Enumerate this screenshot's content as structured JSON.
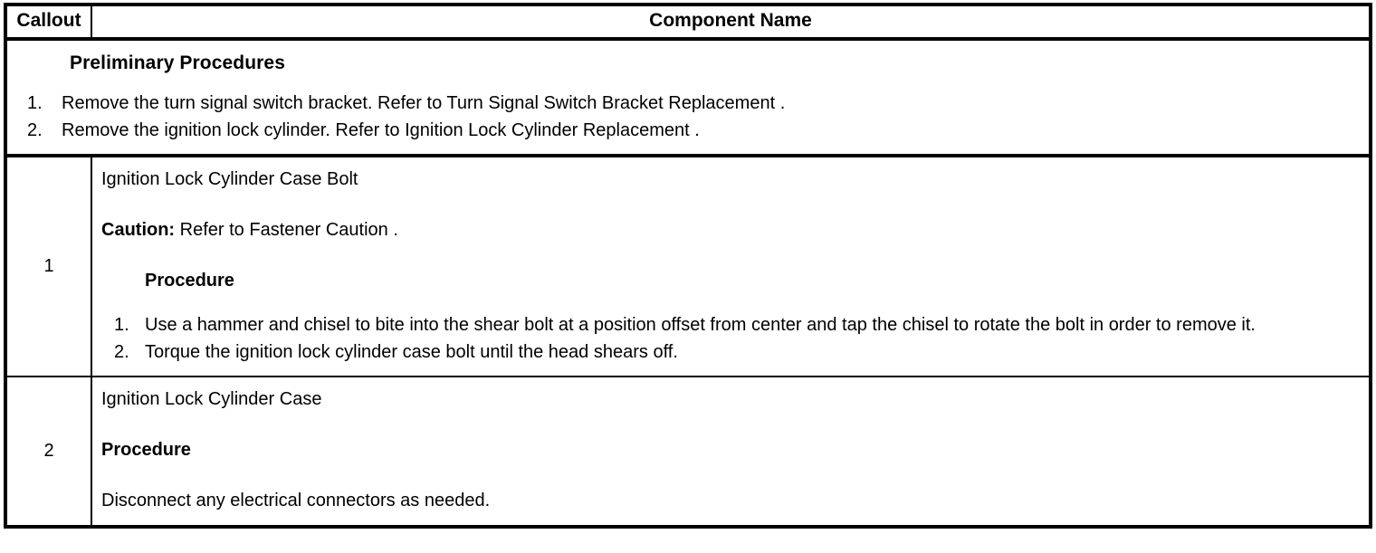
{
  "table": {
    "header": {
      "callout_label": "Callout",
      "component_label": "Component Name"
    },
    "preliminary": {
      "heading": "Preliminary Procedures",
      "items": [
        {
          "num": "1.",
          "text": "Remove the turn signal switch bracket. Refer to Turn Signal Switch Bracket Replacement ."
        },
        {
          "num": "2.",
          "text": "Remove the ignition lock cylinder. Refer to Ignition Lock Cylinder Replacement ."
        }
      ]
    },
    "rows": [
      {
        "callout": "1",
        "title": "Ignition Lock Cylinder Case Bolt",
        "caution_label": "Caution:",
        "caution_text": " Refer to Fastener Caution .",
        "procedure_heading": "Procedure",
        "steps": [
          {
            "num": "1.",
            "text": "Use a hammer and chisel to bite into the shear bolt at a position offset from center and tap the chisel to rotate the bolt in order to remove it."
          },
          {
            "num": "2.",
            "text": "Torque the ignition lock cylinder case bolt until the head shears off."
          }
        ]
      },
      {
        "callout": "2",
        "title": "Ignition Lock Cylinder Case",
        "procedure_heading": "Procedure",
        "procedure_text": "Disconnect any electrical connectors as needed."
      }
    ]
  }
}
